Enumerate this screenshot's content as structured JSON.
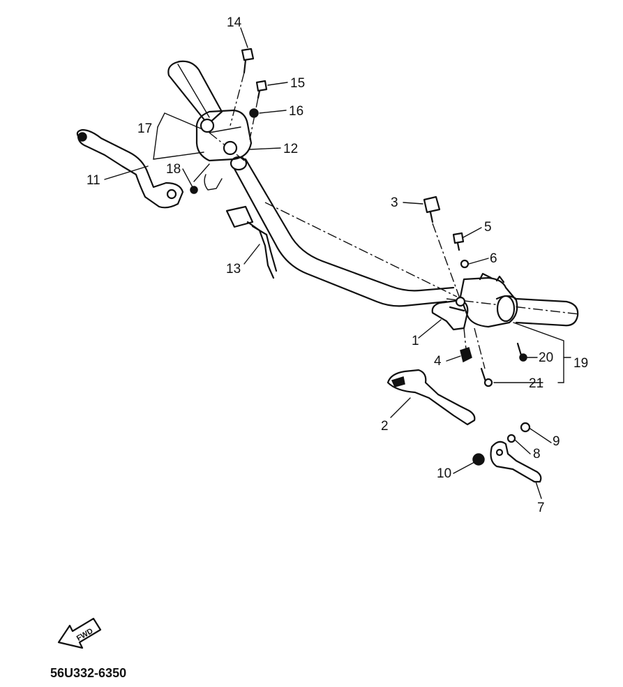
{
  "diagram_code": "56U332-6350",
  "fwd_arrow_text": "FWD",
  "parts": {
    "p1": "1",
    "p2": "2",
    "p3": "3",
    "p4": "4",
    "p5": "5",
    "p6": "6",
    "p7": "7",
    "p8": "8",
    "p9": "9",
    "p10": "10",
    "p11": "11",
    "p12": "12",
    "p13": "13",
    "p14": "14",
    "p15": "15",
    "p16": "16",
    "p17": "17",
    "p18": "18",
    "p19": "19",
    "p20": "20",
    "p21": "21"
  }
}
